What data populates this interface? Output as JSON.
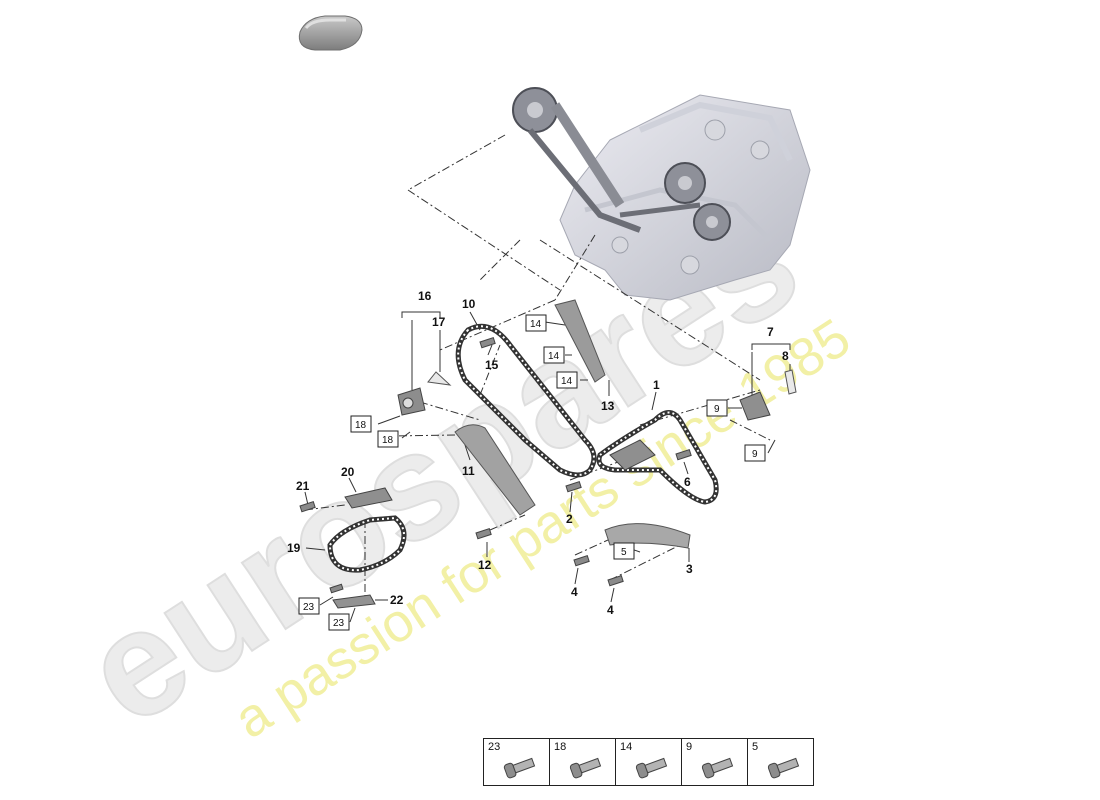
{
  "watermark": {
    "brand": "eurospares",
    "tagline": "a passion for parts since 1985"
  },
  "callouts": [
    "1",
    "2",
    "3",
    "4",
    "4",
    "6",
    "7",
    "8",
    "10",
    "11",
    "12",
    "13",
    "15",
    "16",
    "17",
    "19",
    "20",
    "21",
    "22"
  ],
  "boxed_callouts": [
    "14",
    "14",
    "14",
    "18",
    "18",
    "9",
    "9",
    "5",
    "23",
    "23"
  ],
  "legend": [
    {
      "num": "23",
      "icon": "bolt-icon"
    },
    {
      "num": "18",
      "icon": "bolt-icon"
    },
    {
      "num": "14",
      "icon": "bolt-icon"
    },
    {
      "num": "9",
      "icon": "bolt-icon"
    },
    {
      "num": "5",
      "icon": "bolt-icon"
    }
  ]
}
